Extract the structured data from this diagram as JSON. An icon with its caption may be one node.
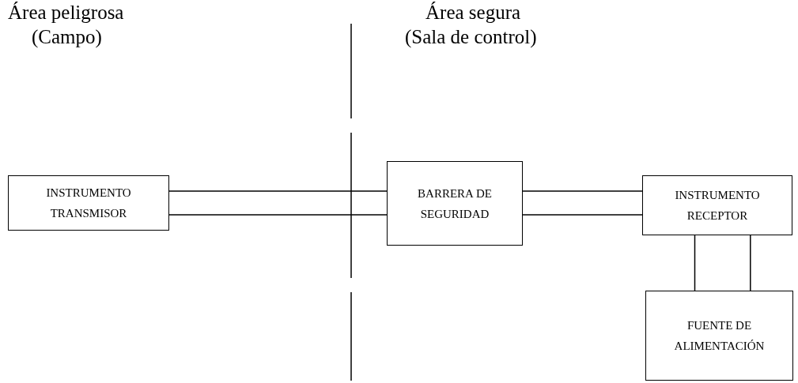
{
  "diagram": {
    "nodes": [
      {
        "text": [
          "INSTRUMENTO TRANSMISOR"
        ]
      },
      {
        "text": [
          "BARRERA DE SEGURIDAD"
        ]
      },
      {
        "text": [
          "INSTRUMENTO RECEPTOR"
        ]
      },
      {
        "text": [
          "FUENTE DE ALIMENTACIÓN"
        ]
      }
    ],
    "edges": [
      {
        "from": 0,
        "to": 1,
        "arrow": "none"
      },
      {
        "from": 0,
        "to": 1,
        "arrow": "none"
      },
      {
        "from": 1,
        "to": 2,
        "arrow": "none"
      },
      {
        "from": 1,
        "to": 2,
        "arrow": "none"
      },
      {
        "from": 2,
        "to": 3,
        "arrow": "none"
      },
      {
        "from": 2,
        "to": 3,
        "arrow": "none"
      }
    ],
    "labels": [
      "Área peligrosa",
      "(Campo)",
      "Área segura",
      "(Sala de control)"
    ]
  }
}
